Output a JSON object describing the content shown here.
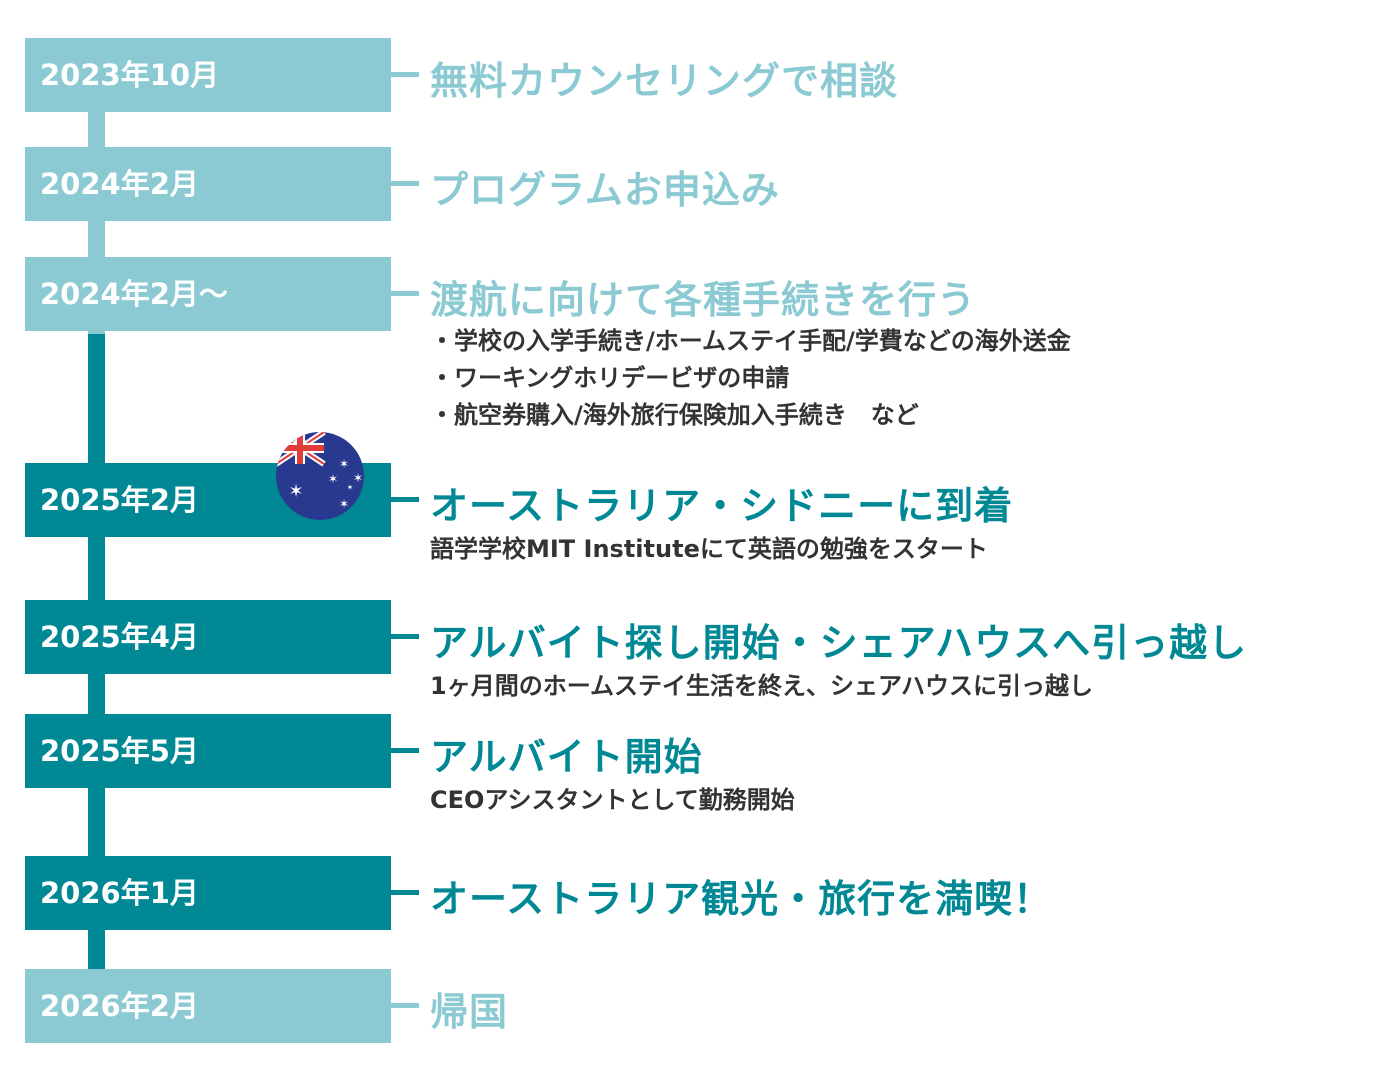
{
  "colors": {
    "light": "#8bcad2",
    "dark": "#008895",
    "text": "#333333"
  },
  "timeline": [
    {
      "date": "2023年10月",
      "title": "無料カウンセリングで相談",
      "tone": "light"
    },
    {
      "date": "2024年2月",
      "title": "プログラムお申込み",
      "tone": "light"
    },
    {
      "date": "2024年2月〜",
      "title": "渡航に向けて各種手続きを行う",
      "tone": "light",
      "details": [
        "・学校の入学手続き/ホームステイ手配/学費などの海外送金",
        "・ワーキングホリデービザの申請",
        "・航空券購入/海外旅行保険加入手続き　など"
      ]
    },
    {
      "date": "2025年2月",
      "title": "オーストラリア・シドニーに到着",
      "tone": "dark",
      "details": [
        "語学学校MIT Instituteにて英語の勉強をスタート"
      ],
      "icon": "australia-flag-icon"
    },
    {
      "date": "2025年4月",
      "title": "アルバイト探し開始・シェアハウスへ引っ越し",
      "tone": "dark",
      "details": [
        "1ヶ月間のホームステイ生活を終え、シェアハウスに引っ越し"
      ]
    },
    {
      "date": "2025年5月",
      "title": "アルバイト開始",
      "tone": "dark",
      "details": [
        "CEOアシスタントとして勤務開始"
      ]
    },
    {
      "date": "2026年1月",
      "title": "オーストラリア観光・旅行を満喫！",
      "tone": "dark"
    },
    {
      "date": "2026年2月",
      "title": "帰国",
      "tone": "light"
    }
  ]
}
